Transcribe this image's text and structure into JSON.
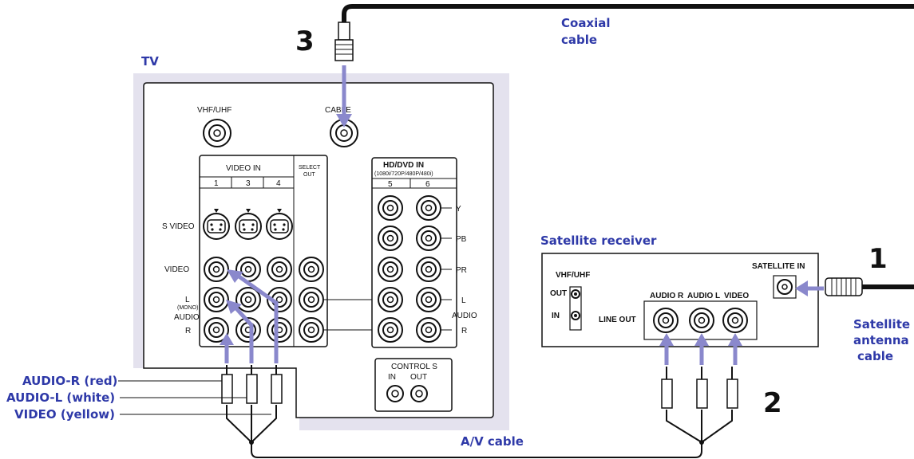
{
  "labels": {
    "tv": "TV",
    "coaxial_cable": [
      "Coaxial",
      "cable"
    ],
    "satellite_receiver": "Satellite receiver",
    "satellite_antenna_cable": [
      "Satellite",
      "antenna",
      "cable"
    ],
    "av_cable": "A/V cable",
    "audio_r": "AUDIO-R (red)",
    "audio_l": "AUDIO-L (white)",
    "video": "VIDEO (yellow)"
  },
  "steps": [
    "1",
    "2",
    "3"
  ],
  "tv_panel": {
    "vhf_uhf": "VHF/UHF",
    "cable": "CABLE",
    "video_in": "VIDEO IN",
    "video_in_inputs": [
      "1",
      "3",
      "4"
    ],
    "select_out": [
      "SELECT",
      "OUT"
    ],
    "s_video": "S VIDEO",
    "video": "VIDEO",
    "l": "L",
    "mono": "(MONO)",
    "audio": "AUDIO",
    "r": "R",
    "hd_dvd_in": "HD/DVD IN",
    "hd_dvd_formats": "(1080i/720P/480P/480i)",
    "hd_inputs": [
      "5",
      "6"
    ],
    "component_labels": [
      "Y",
      "PB",
      "PR",
      "L",
      "AUDIO",
      "R"
    ],
    "control_s": "CONTROL S",
    "control_s_ports": [
      "IN",
      "OUT"
    ]
  },
  "receiver_panel": {
    "vhf_uhf": "VHF/UHF",
    "out": "OUT",
    "in": "IN",
    "line_out": "LINE OUT",
    "audio_r": "AUDIO R",
    "audio_l": "AUDIO L",
    "video": "VIDEO",
    "satellite_in": "SATELLITE IN"
  },
  "colors": {
    "label_blue": "#2e39a8",
    "arrow": "#8a88cc",
    "panel_bg": "#e4e2ee"
  }
}
